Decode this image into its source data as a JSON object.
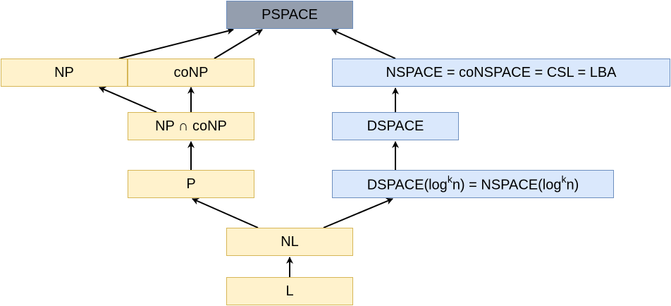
{
  "nodes": {
    "pspace": "PSPACE",
    "np": "NP",
    "conp": "coNP",
    "nspace": "NSPACE = coNSPACE = CSL = LBA",
    "np_cap_conp": "NP ∩ coNP",
    "dspace": "DSPACE",
    "p": "P",
    "dspace_log": {
      "part1": "DSPACE(log",
      "sup1": "k",
      "part2": "n) = NSPACE(log",
      "sup2": "k",
      "part3": "n)"
    },
    "nl": "NL",
    "l": "L"
  },
  "edges": [
    {
      "from": "l",
      "to": "nl"
    },
    {
      "from": "nl",
      "to": "p"
    },
    {
      "from": "nl",
      "to": "dspace_log"
    },
    {
      "from": "p",
      "to": "np_cap_conp"
    },
    {
      "from": "np_cap_conp",
      "to": "np"
    },
    {
      "from": "np_cap_conp",
      "to": "conp"
    },
    {
      "from": "np",
      "to": "pspace"
    },
    {
      "from": "conp",
      "to": "pspace"
    },
    {
      "from": "dspace_log",
      "to": "dspace"
    },
    {
      "from": "dspace",
      "to": "nspace"
    },
    {
      "from": "nspace",
      "to": "pspace"
    }
  ],
  "colors": {
    "yellow_fill": "#fff2cc",
    "yellow_stroke": "#d6b656",
    "blue_fill": "#dae8fc",
    "blue_stroke": "#6c8ebf",
    "gray_fill": "#949eae",
    "edge": "#000000"
  }
}
